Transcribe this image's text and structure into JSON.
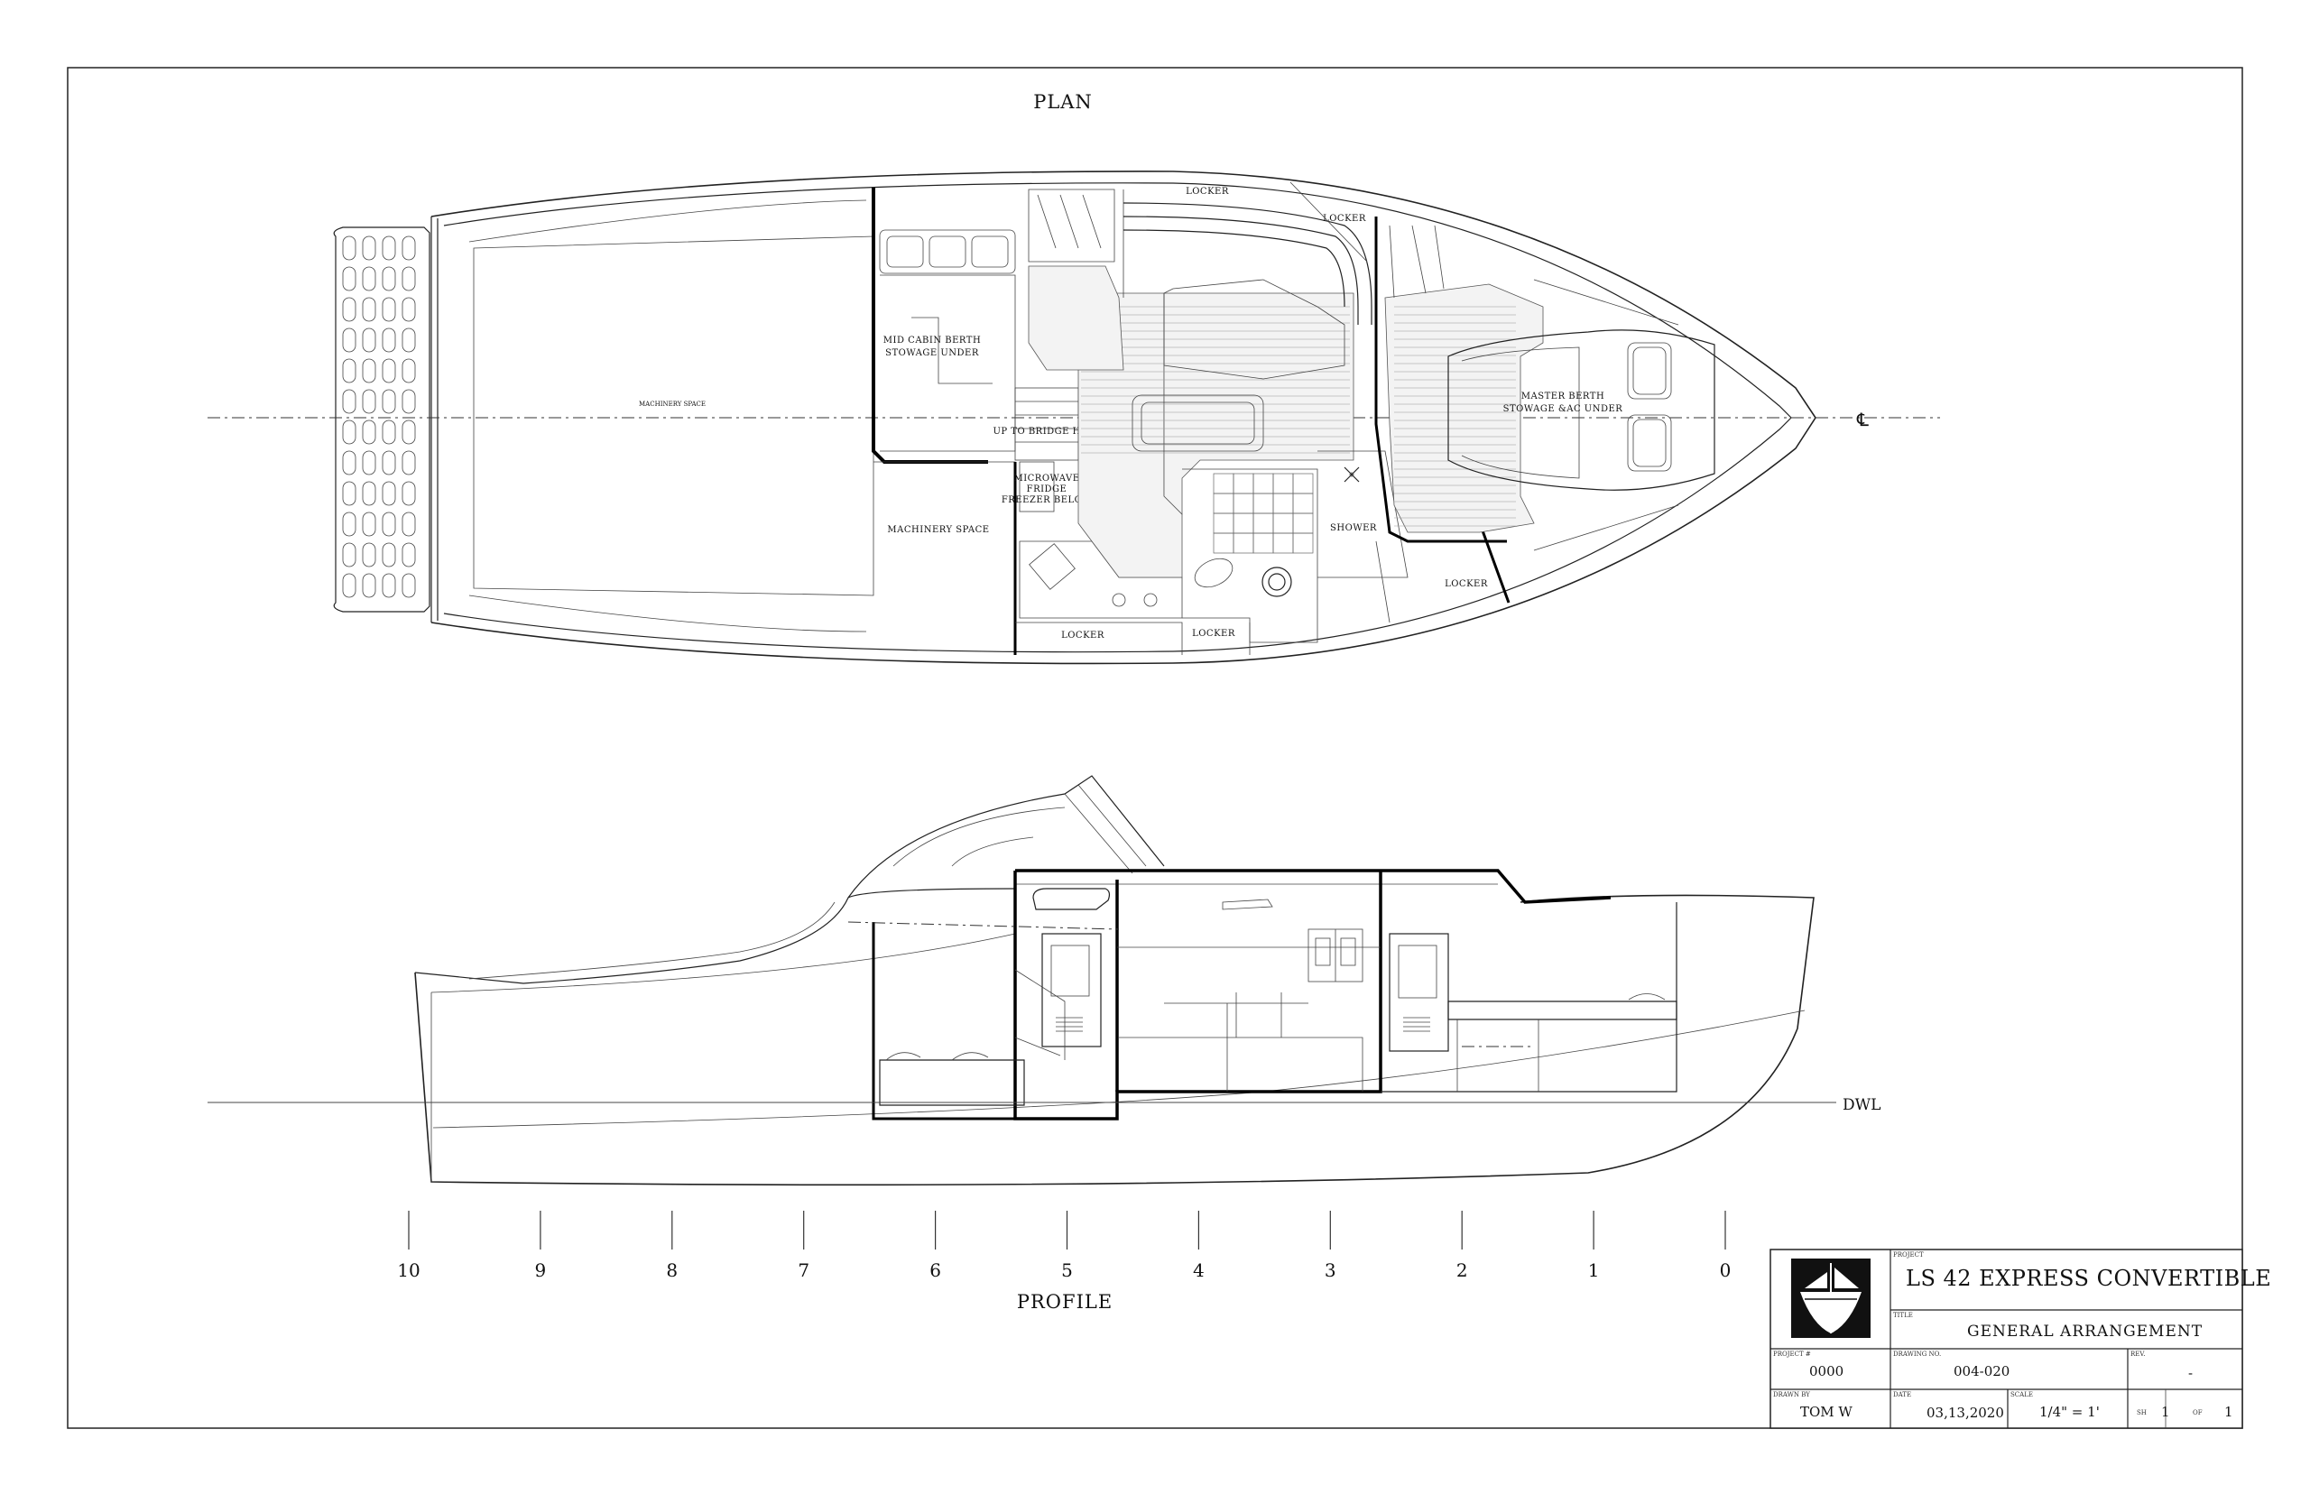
{
  "plan": {
    "title": "PLAN",
    "labels": {
      "machinery_space_aft": "MACHINERY SPACE",
      "mid_cabin_1": "MID CABIN BERTH",
      "mid_cabin_2": "STOWAGE UNDER",
      "machinery_space": "MACHINERY SPACE",
      "up_to_bridge": "UP TO BRIDGE HELM",
      "microwave_1": "MICROWAVE",
      "microwave_2": "FRIDGE",
      "microwave_3": "FREEZER BELOW",
      "locker_top_1": "LOCKER",
      "locker_top_2": "LOCKER",
      "locker_bottom_1": "LOCKER",
      "locker_bottom_2": "LOCKER",
      "locker_bottom_3": "LOCKER",
      "shower": "SHOWER",
      "master_1": "MASTER BERTH",
      "master_2": "STOWAGE &AC UNDER",
      "centerline": "℄"
    }
  },
  "profile": {
    "title": "PROFILE",
    "dwl": "DWL",
    "stations": [
      "10",
      "9",
      "8",
      "7",
      "6",
      "5",
      "4",
      "3",
      "2",
      "1",
      "0"
    ]
  },
  "title_block": {
    "project_label": "PROJECT",
    "project": "LS 42 EXPRESS CONVERTIBLE",
    "title_label": "TITLE",
    "title": "GENERAL ARRANGEMENT",
    "project_no_label": "PROJECT #",
    "project_no": "0000",
    "drawing_no_label": "DRAWING NO.",
    "drawing_no": "004-020",
    "rev_label": "REV.",
    "rev": "-",
    "drawn_by_label": "DRAWN BY",
    "drawn_by": "TOM W",
    "date_label": "DATE",
    "date": "03,13,2020",
    "scale_label": "SCALE",
    "scale": "1/4\" = 1'",
    "sheet_label": "SH",
    "sheet": "1",
    "of_label": "OF",
    "of": "1"
  }
}
